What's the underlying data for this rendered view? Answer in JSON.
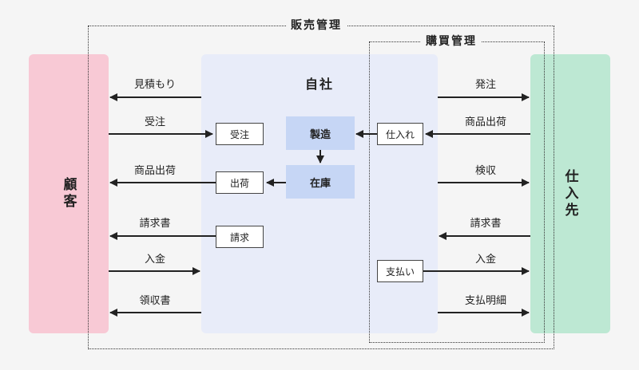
{
  "boundaries": {
    "sales": "販売管理",
    "purchase": "購買管理"
  },
  "entities": {
    "customer": "顧客",
    "company": "自社",
    "supplier": "仕入先"
  },
  "company_boxes": {
    "receive_order": "受注",
    "ship": "出荷",
    "invoice": "請求",
    "manufacture": "製造",
    "inventory": "在庫",
    "purchase_in": "仕入れ",
    "payment": "支払い"
  },
  "customer_flows": [
    {
      "label": "見積もり",
      "direction": "to-customer"
    },
    {
      "label": "受注",
      "direction": "to-company"
    },
    {
      "label": "商品出荷",
      "direction": "to-customer"
    },
    {
      "label": "請求書",
      "direction": "to-customer"
    },
    {
      "label": "入金",
      "direction": "to-company"
    },
    {
      "label": "領収書",
      "direction": "to-customer"
    }
  ],
  "supplier_flows": [
    {
      "label": "発注",
      "direction": "to-supplier"
    },
    {
      "label": "商品出荷",
      "direction": "to-company"
    },
    {
      "label": "検収",
      "direction": "to-supplier"
    },
    {
      "label": "請求書",
      "direction": "to-company"
    },
    {
      "label": "入金",
      "direction": "to-supplier"
    },
    {
      "label": "支払明細",
      "direction": "to-supplier"
    }
  ]
}
